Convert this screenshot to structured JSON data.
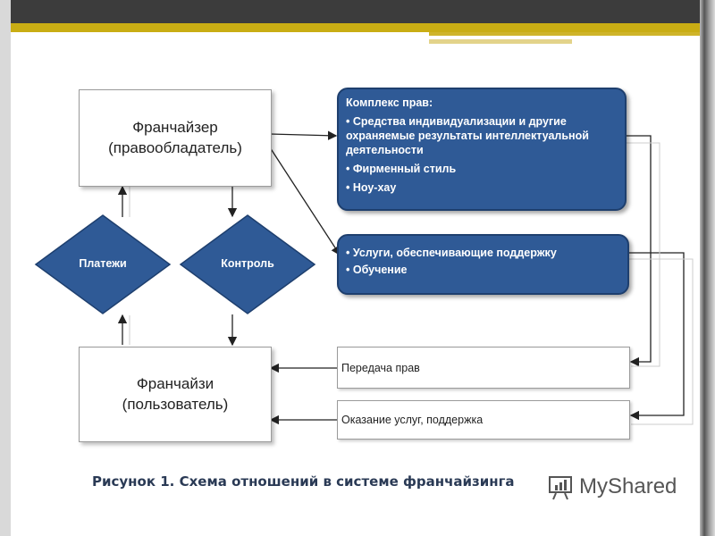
{
  "franchisor": {
    "line1": "Франчайзер",
    "line2": "(правообладатель)"
  },
  "franchisee": {
    "line1": "Франчайзи",
    "line2": "(пользователь)"
  },
  "diamonds": {
    "payments": "Платежи",
    "control": "Контроль"
  },
  "rights_box": {
    "title": "Комплекс прав:",
    "items": [
      "• Средства индивидуализации и другие охраняемые результаты интеллектуальной деятельности",
      "• Фирменный стиль",
      "• Ноу-хау"
    ]
  },
  "services_box": {
    "items": [
      "• Услуги, обеспечивающие поддержку",
      "• Обучение"
    ]
  },
  "transfer_box": "Передача прав",
  "support_box": "Оказание услуг, поддержка",
  "caption": "Рисунок 1. Схема отношений в системе франчайзинга",
  "logo": "MyShared",
  "colors": {
    "header": "#3c3c3c",
    "accent": "#c9ad14",
    "box_blue": "#2f5a96"
  }
}
